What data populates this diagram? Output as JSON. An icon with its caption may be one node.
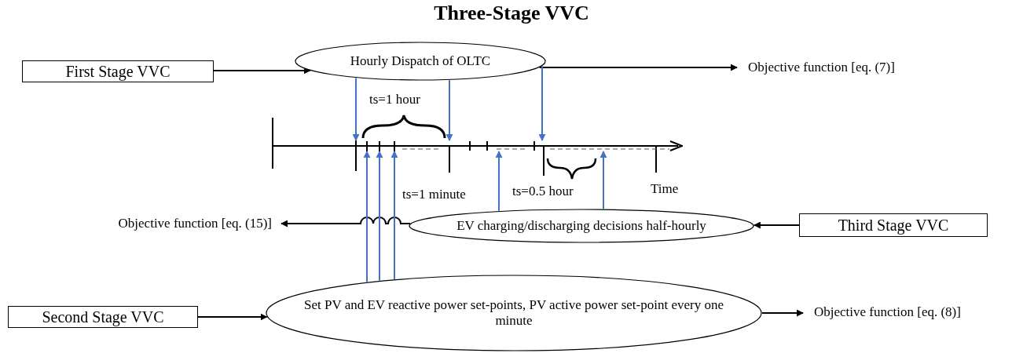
{
  "diagram": {
    "title": "Three-Stage VVC",
    "nodes": [
      {
        "text": [
          "First Stage VVC"
        ]
      },
      {
        "text": [
          "Hourly Dispatch of OLTC"
        ]
      },
      {
        "text": [
          "Objective function [eq. (7)]"
        ]
      },
      {
        "text": [],
        "shape": "bar"
      },
      {
        "text": [
          "Objective function [eq. (15)]"
        ]
      },
      {
        "text": [
          "EV charging/discharging decisions half-hourly"
        ]
      },
      {
        "text": [
          "Third Stage VVC"
        ]
      },
      {
        "text": [
          "Second Stage VVC"
        ]
      },
      {
        "text": [
          "Set PV and EV reactive power set-points,  PV active power set-point every one minute"
        ]
      },
      {
        "text": [
          "Objective function [eq. (8)]"
        ]
      }
    ],
    "edges": [
      {
        "from": 0,
        "to": 1,
        "arrow": "to",
        "color": "#000000"
      },
      {
        "from": 1,
        "to": 2,
        "arrow": "to",
        "color": "#000000"
      },
      {
        "from": 1,
        "to": 3,
        "arrow": "to",
        "color": "#4472c4"
      },
      {
        "from": 1,
        "to": 3,
        "arrow": "to",
        "color": "#4472c4"
      },
      {
        "from": 1,
        "to": 3,
        "arrow": "to",
        "color": "#4472c4"
      },
      {
        "from": 6,
        "to": 5,
        "arrow": "to",
        "color": "#000000"
      },
      {
        "from": 5,
        "to": 4,
        "arrow": "to",
        "color": "#000000"
      },
      {
        "from": 5,
        "to": 3,
        "arrow": "to",
        "color": "#4472c4"
      },
      {
        "from": 5,
        "to": 3,
        "arrow": "to",
        "color": "#4472c4"
      },
      {
        "from": 8,
        "to": 3,
        "arrow": "to",
        "color": "#4472c4"
      },
      {
        "from": 8,
        "to": 3,
        "arrow": "to",
        "color": "#4472c4"
      },
      {
        "from": 8,
        "to": 3,
        "arrow": "to",
        "color": "#4472c4"
      },
      {
        "from": 7,
        "to": 8,
        "arrow": "to",
        "color": "#000000"
      },
      {
        "from": 8,
        "to": 9,
        "arrow": "to",
        "color": "#000000"
      }
    ],
    "labels": [
      "ts=1 hour",
      "ts=1 minute",
      "ts=0.5 hour",
      "Time"
    ]
  }
}
